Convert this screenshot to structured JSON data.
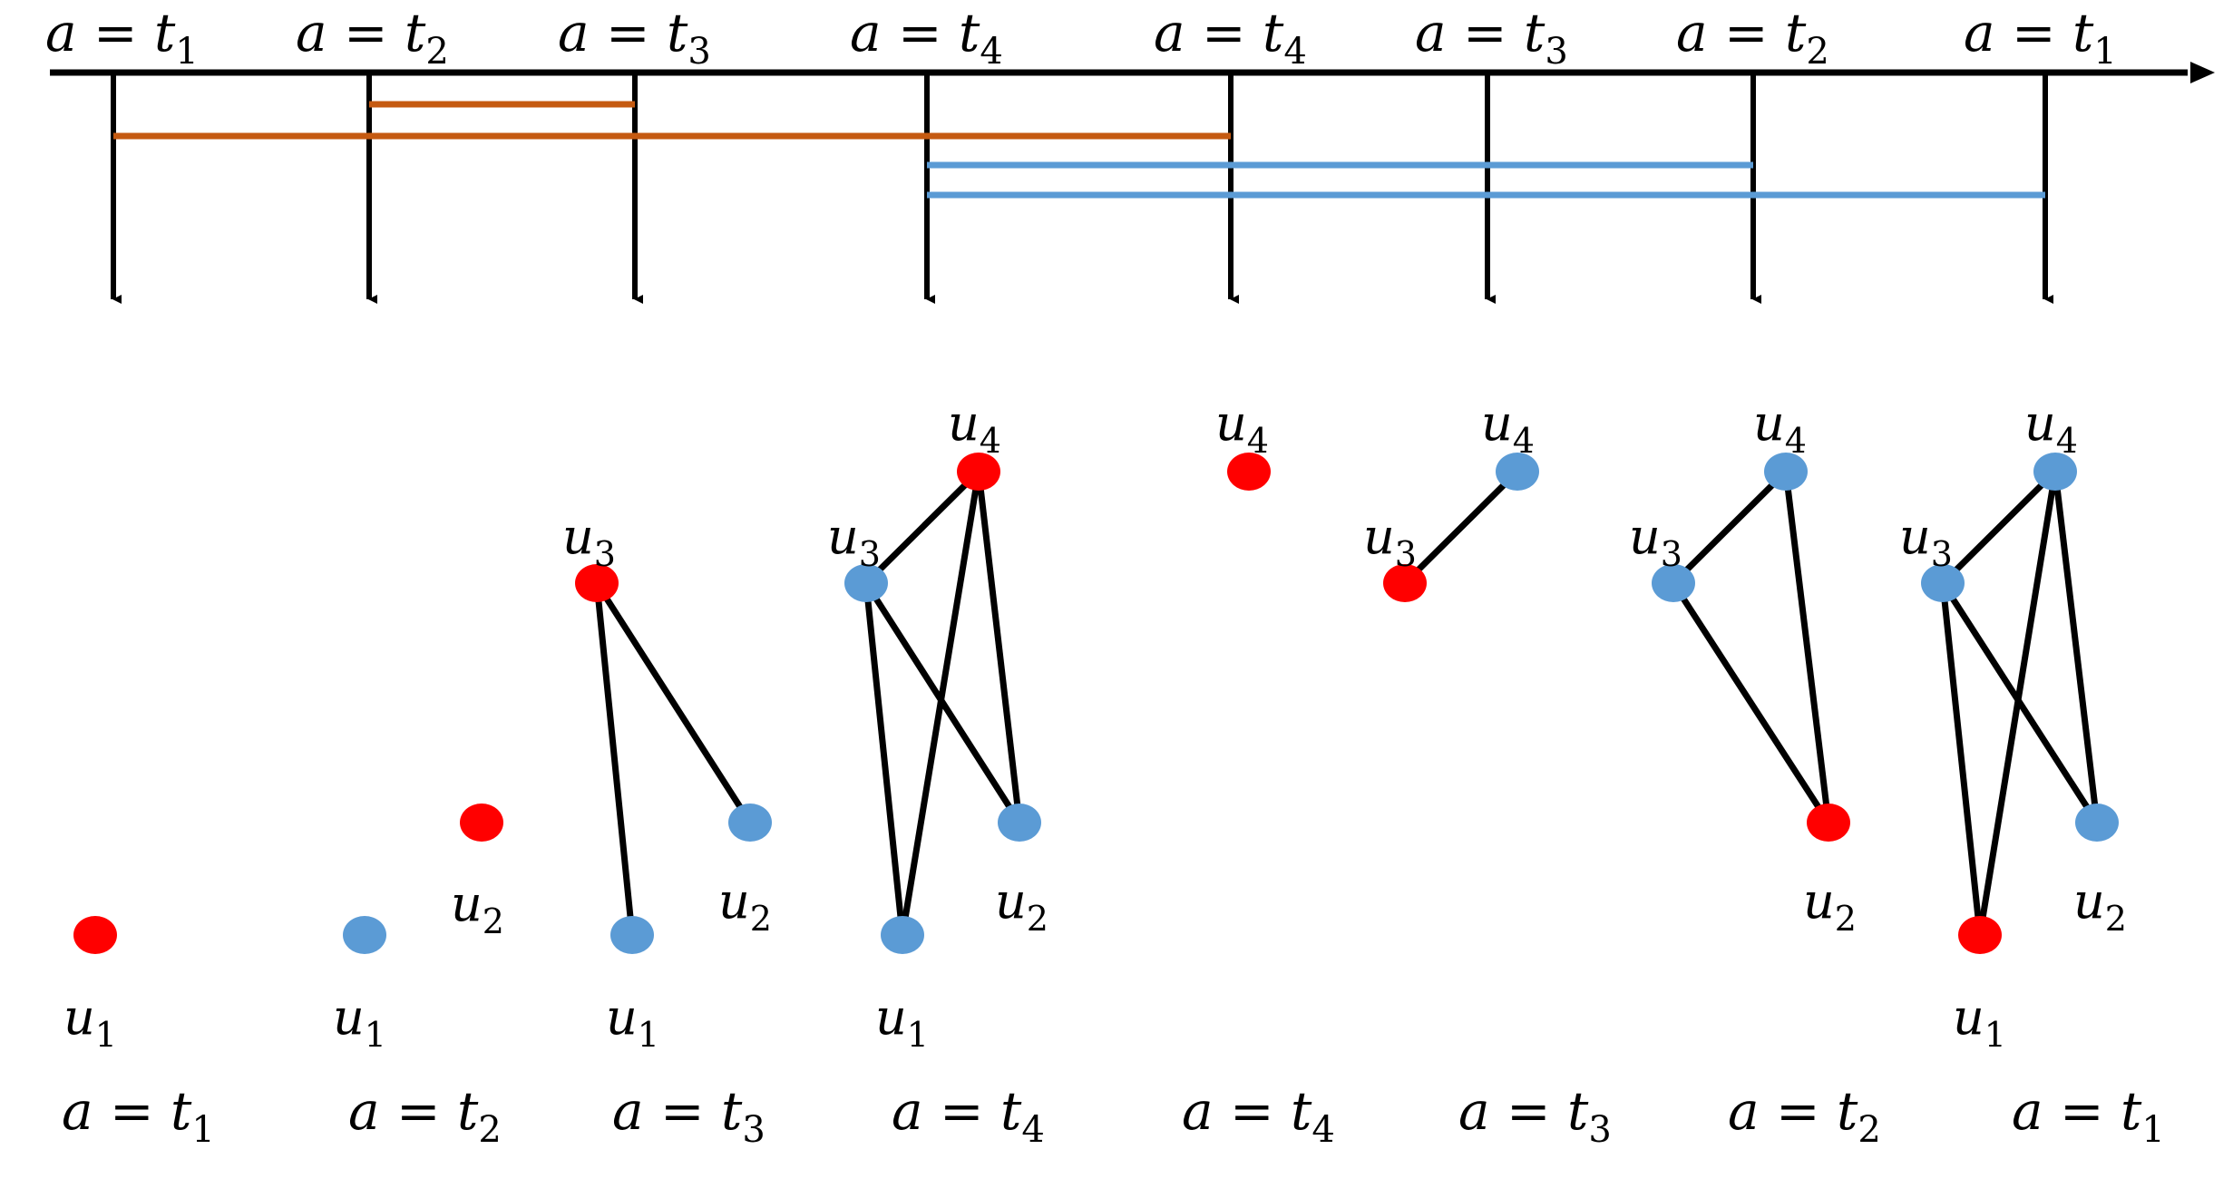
{
  "colors": {
    "axis": "#000000",
    "red_node": "#ff0000",
    "blue_node": "#5b9bd5",
    "edge": "#000000",
    "orange_interval": "#c55a11",
    "blue_interval": "#4472c4"
  },
  "timeline": {
    "labels": [
      {
        "var": "a",
        "op": "=",
        "sym": "t",
        "sub": "1"
      },
      {
        "var": "a",
        "op": "=",
        "sym": "t",
        "sub": "2"
      },
      {
        "var": "a",
        "op": "=",
        "sym": "t",
        "sub": "3"
      },
      {
        "var": "a",
        "op": "=",
        "sym": "t",
        "sub": "4"
      },
      {
        "var": "a",
        "op": "=",
        "sym": "t",
        "sub": "4"
      },
      {
        "var": "a",
        "op": "=",
        "sym": "t",
        "sub": "3"
      },
      {
        "var": "a",
        "op": "=",
        "sym": "t",
        "sub": "2"
      },
      {
        "var": "a",
        "op": "=",
        "sym": "t",
        "sub": "1"
      }
    ],
    "intervals": [
      {
        "from": 1,
        "to": 2,
        "color": "orange"
      },
      {
        "from": 0,
        "to": 4,
        "color": "orange"
      },
      {
        "from": 3,
        "to": 6,
        "color": "blue"
      },
      {
        "from": 3,
        "to": 7,
        "color": "blue"
      }
    ]
  },
  "snapshots": [
    {
      "caption": {
        "var": "a",
        "op": "=",
        "sym": "t",
        "sub": "1"
      },
      "nodes": [
        {
          "id": "u1",
          "name": "u",
          "sub": "1",
          "color": "red"
        }
      ],
      "edges": []
    },
    {
      "caption": {
        "var": "a",
        "op": "=",
        "sym": "t",
        "sub": "2"
      },
      "nodes": [
        {
          "id": "u1",
          "name": "u",
          "sub": "1",
          "color": "blue"
        },
        {
          "id": "u2",
          "name": "u",
          "sub": "2",
          "color": "red"
        }
      ],
      "edges": []
    },
    {
      "caption": {
        "var": "a",
        "op": "=",
        "sym": "t",
        "sub": "3"
      },
      "nodes": [
        {
          "id": "u3",
          "name": "u",
          "sub": "3",
          "color": "red"
        },
        {
          "id": "u2",
          "name": "u",
          "sub": "2",
          "color": "blue"
        },
        {
          "id": "u1",
          "name": "u",
          "sub": "1",
          "color": "blue"
        }
      ],
      "edges": [
        [
          "u3",
          "u1"
        ],
        [
          "u3",
          "u2"
        ]
      ]
    },
    {
      "caption": {
        "var": "a",
        "op": "=",
        "sym": "t",
        "sub": "4"
      },
      "nodes": [
        {
          "id": "u4",
          "name": "u",
          "sub": "4",
          "color": "red"
        },
        {
          "id": "u3",
          "name": "u",
          "sub": "3",
          "color": "blue"
        },
        {
          "id": "u2",
          "name": "u",
          "sub": "2",
          "color": "blue"
        },
        {
          "id": "u1",
          "name": "u",
          "sub": "1",
          "color": "blue"
        }
      ],
      "edges": [
        [
          "u4",
          "u3"
        ],
        [
          "u4",
          "u2"
        ],
        [
          "u4",
          "u1"
        ],
        [
          "u3",
          "u2"
        ],
        [
          "u3",
          "u1"
        ]
      ]
    },
    {
      "caption": {
        "var": "a",
        "op": "=",
        "sym": "t",
        "sub": "4"
      },
      "nodes": [
        {
          "id": "u4",
          "name": "u",
          "sub": "4",
          "color": "red"
        }
      ],
      "edges": []
    },
    {
      "caption": {
        "var": "a",
        "op": "=",
        "sym": "t",
        "sub": "3"
      },
      "nodes": [
        {
          "id": "u4",
          "name": "u",
          "sub": "4",
          "color": "blue"
        },
        {
          "id": "u3",
          "name": "u",
          "sub": "3",
          "color": "red"
        }
      ],
      "edges": [
        [
          "u3",
          "u4"
        ]
      ]
    },
    {
      "caption": {
        "var": "a",
        "op": "=",
        "sym": "t",
        "sub": "2"
      },
      "nodes": [
        {
          "id": "u4",
          "name": "u",
          "sub": "4",
          "color": "blue"
        },
        {
          "id": "u3",
          "name": "u",
          "sub": "3",
          "color": "blue"
        },
        {
          "id": "u2",
          "name": "u",
          "sub": "2",
          "color": "red"
        }
      ],
      "edges": [
        [
          "u4",
          "u3"
        ],
        [
          "u4",
          "u2"
        ],
        [
          "u3",
          "u2"
        ]
      ]
    },
    {
      "caption": {
        "var": "a",
        "op": "=",
        "sym": "t",
        "sub": "1"
      },
      "nodes": [
        {
          "id": "u4",
          "name": "u",
          "sub": "4",
          "color": "blue"
        },
        {
          "id": "u3",
          "name": "u",
          "sub": "3",
          "color": "blue"
        },
        {
          "id": "u2",
          "name": "u",
          "sub": "2",
          "color": "blue"
        },
        {
          "id": "u1",
          "name": "u",
          "sub": "1",
          "color": "red"
        }
      ],
      "edges": [
        [
          "u4",
          "u3"
        ],
        [
          "u4",
          "u2"
        ],
        [
          "u4",
          "u1"
        ],
        [
          "u3",
          "u2"
        ],
        [
          "u3",
          "u1"
        ]
      ]
    }
  ]
}
